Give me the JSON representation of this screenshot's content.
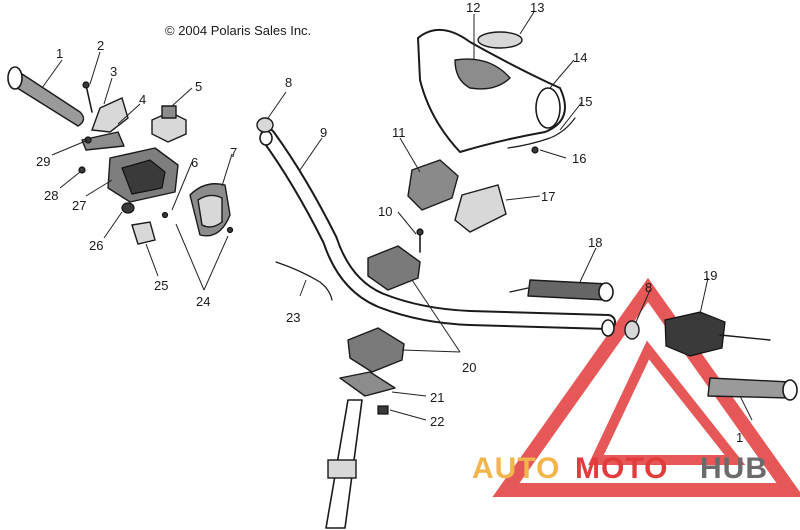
{
  "copyright": "© 2004 Polaris Sales Inc.",
  "callouts": [
    "1",
    "2",
    "3",
    "4",
    "5",
    "6",
    "7",
    "8",
    "9",
    "10",
    "11",
    "12",
    "13",
    "14",
    "15",
    "16",
    "17",
    "18",
    "19",
    "20",
    "21",
    "22",
    "23",
    "24",
    "25",
    "26",
    "27",
    "28",
    "29"
  ],
  "watermark": {
    "brand_part1": "AUTO",
    "brand_part2": "MOTO",
    "brand_part3": "HUB",
    "colors": {
      "red": "#e23b3b",
      "gold": "#f2b54a",
      "gray": "#6b6b6b"
    }
  }
}
